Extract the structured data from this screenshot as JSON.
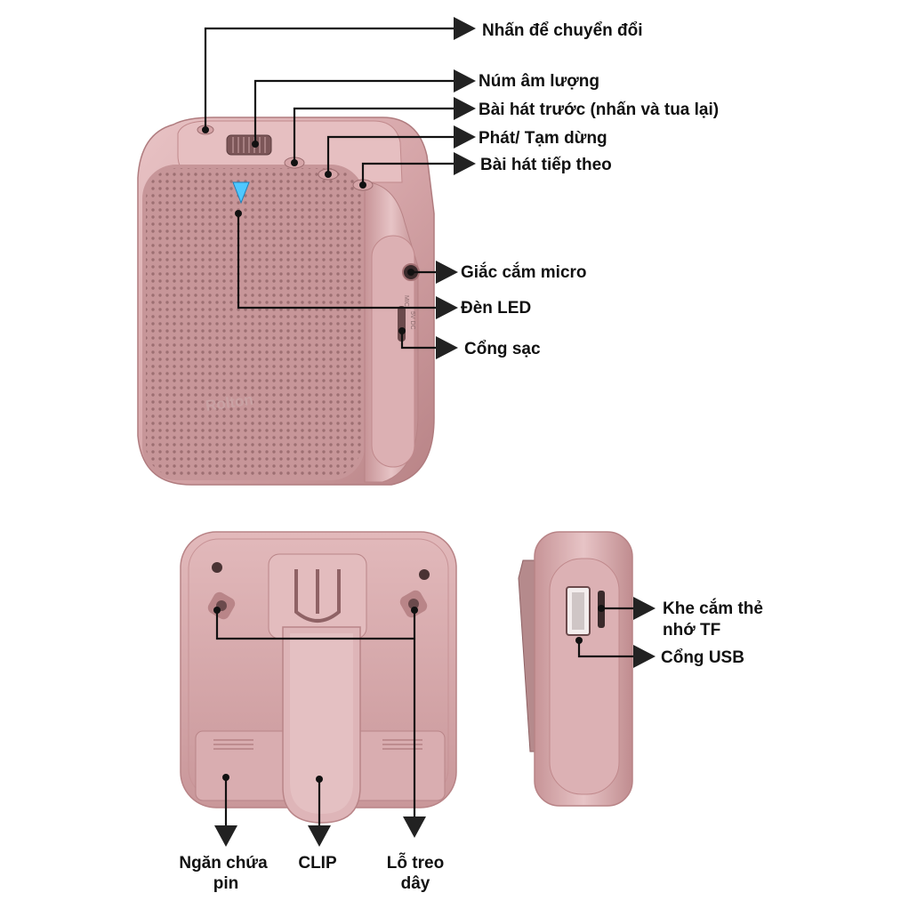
{
  "front_labels": {
    "mode_switch": "Nhấn để chuyển đổi",
    "volume_knob": "Núm âm lượng",
    "previous_track": "Bài hát trước (nhấn và tua lại)",
    "play_pause": "Phát/ Tạm dừng",
    "next_track": "Bài hát tiếp theo",
    "mic_jack": "Giắc cắm micro",
    "led": "Đèn LED",
    "charging_port": "Cổng sạc"
  },
  "back_labels": {
    "battery_line1": "Ngăn chứa",
    "battery_line2": "pin",
    "clip": "CLIP",
    "lanyard_line1": "Lỗ treo",
    "lanyard_line2": "dây"
  },
  "side_labels": {
    "tf_slot_line1": "Khe cắm thẻ",
    "tf_slot_line2": "nhớ TF",
    "usb_port": "Cổng USB"
  },
  "device_text": {
    "brand": "Rolton",
    "mic_port_mark": "MIC",
    "dc_port_mark": "5V DC"
  },
  "colors": {
    "body_pink": "#d8a9ac",
    "body_dark": "#b98588",
    "led_blue": "#4fc8ff",
    "arrow": "#222222"
  }
}
